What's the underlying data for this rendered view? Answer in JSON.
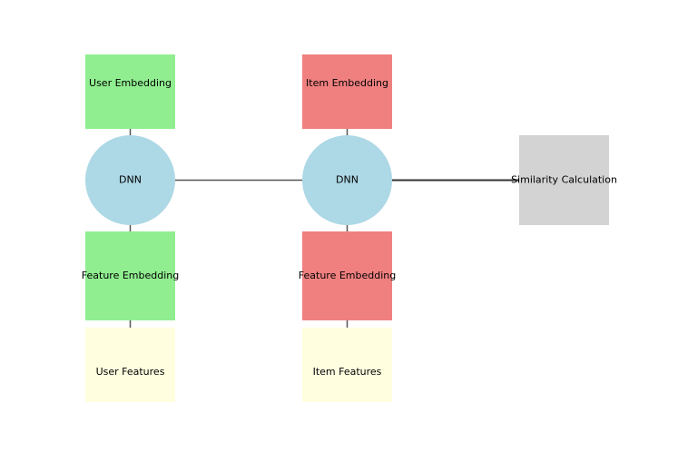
{
  "colors": {
    "user_embedding": "#90ee90",
    "item_embedding": "#f08080",
    "dnn": "#add8e6",
    "features": "#ffffe0",
    "similarity": "#d3d3d3",
    "edge": "#555555"
  },
  "user_tower": {
    "embedding_label": "User Embedding",
    "dnn_label": "DNN",
    "feature_embedding_label": "Feature Embedding",
    "features_label": "User Features"
  },
  "item_tower": {
    "embedding_label": "Item Embedding",
    "dnn_label": "DNN",
    "feature_embedding_label": "Feature Embedding",
    "features_label": "Item Features"
  },
  "similarity": {
    "label": "Similarity Calculation"
  },
  "shapes": {
    "dnn": "circle",
    "embedding": "square",
    "features": "square",
    "similarity": "square"
  }
}
